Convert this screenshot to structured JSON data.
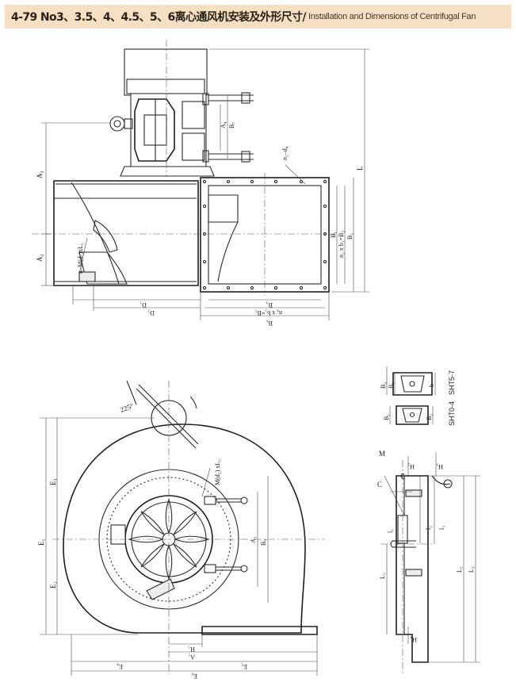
{
  "header": {
    "title_cn": "4-79 No3、3.5、4、4.5、5、6离心通风机安装及外形尺寸/",
    "title_en": "Installation and Dimensions of Centrifugal Fan",
    "background": "#f6e0c4"
  },
  "top_view": {
    "labels": {
      "A3": "A₃",
      "A2": "A₂",
      "A4": "A₄",
      "B7": "B₇",
      "L": "L",
      "n2_d4": "n₂–d₄",
      "bolt": "n–M(d₁)xL₁",
      "D1": "D₁",
      "D2": "D₂",
      "B4": "B₄",
      "n4b": "n₄ x b₃=B₅",
      "B6": "B₆",
      "B1": "B₁",
      "n3": "n₃ x b₁=B₂",
      "B3": "B₃"
    }
  },
  "front_view": {
    "labels": {
      "angle": "225°",
      "E3": "E₃",
      "E1": "E₁",
      "E2": "E₂",
      "bolt": "M(d₂) xL₂",
      "A5": "A₅",
      "B8": "B₈",
      "H1": "H₁",
      "A1": "A₁",
      "E5": "E₅",
      "E4": "E₄",
      "E6": "E₆"
    }
  },
  "side_view": {
    "labels": {
      "M": "M",
      "C": "C",
      "l1": "l₁",
      "l2": "l₂",
      "l3": "l₃",
      "L1": "L₁",
      "L2": "L₂",
      "L3": "L₃",
      "H2": "H₂",
      "H3": "H₃",
      "H4": "H₄"
    }
  },
  "flange_details": {
    "sht57": {
      "caption": "SHT5-7",
      "labels": {
        "B2": "B₂",
        "B1": "B₁",
        "b": "b"
      }
    },
    "sht04": {
      "caption": "SHT0-4",
      "labels": {
        "B1": "B₁",
        "B2": "B₂"
      }
    }
  }
}
